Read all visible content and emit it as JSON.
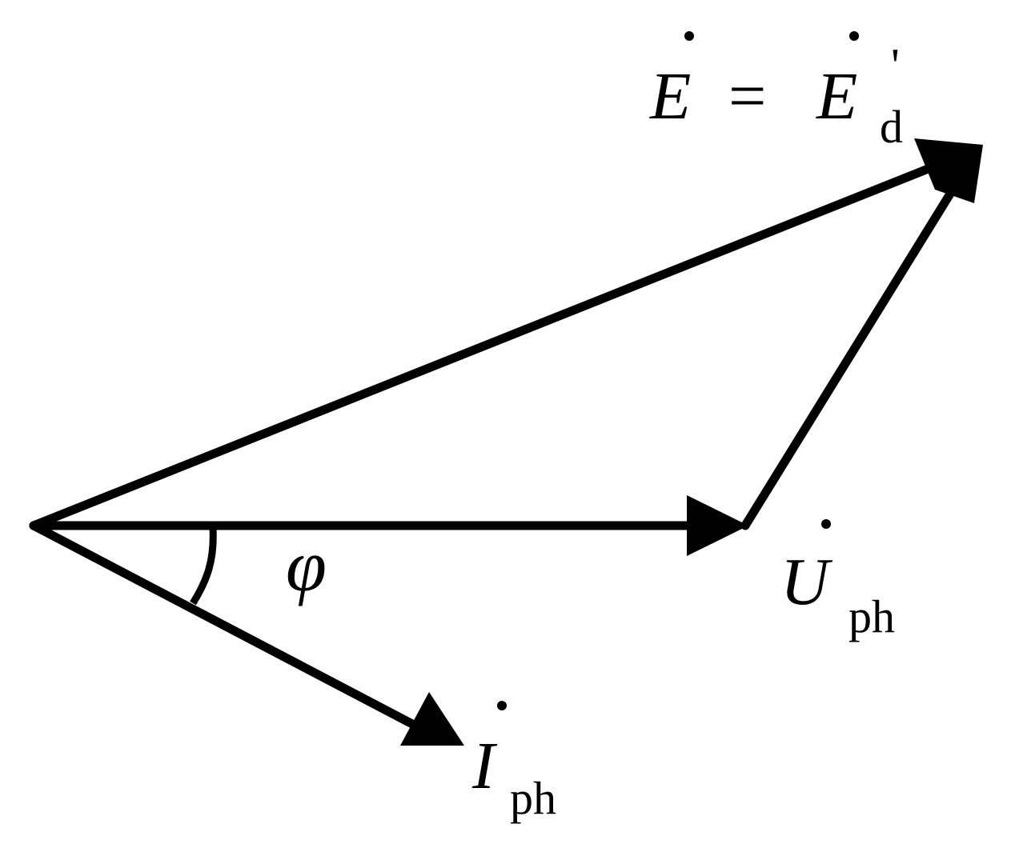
{
  "diagram": {
    "type": "phasor-diagram",
    "stroke_color": "#000000",
    "labels": {
      "e_main": "E",
      "equals": "=",
      "e_prime_symbol": "E",
      "e_prime_mark": "'",
      "e_subscript": "d",
      "angle": "φ",
      "voltage_symbol": "U",
      "voltage_subscript": "ph",
      "current_symbol": "I",
      "current_subscript": "ph"
    }
  }
}
